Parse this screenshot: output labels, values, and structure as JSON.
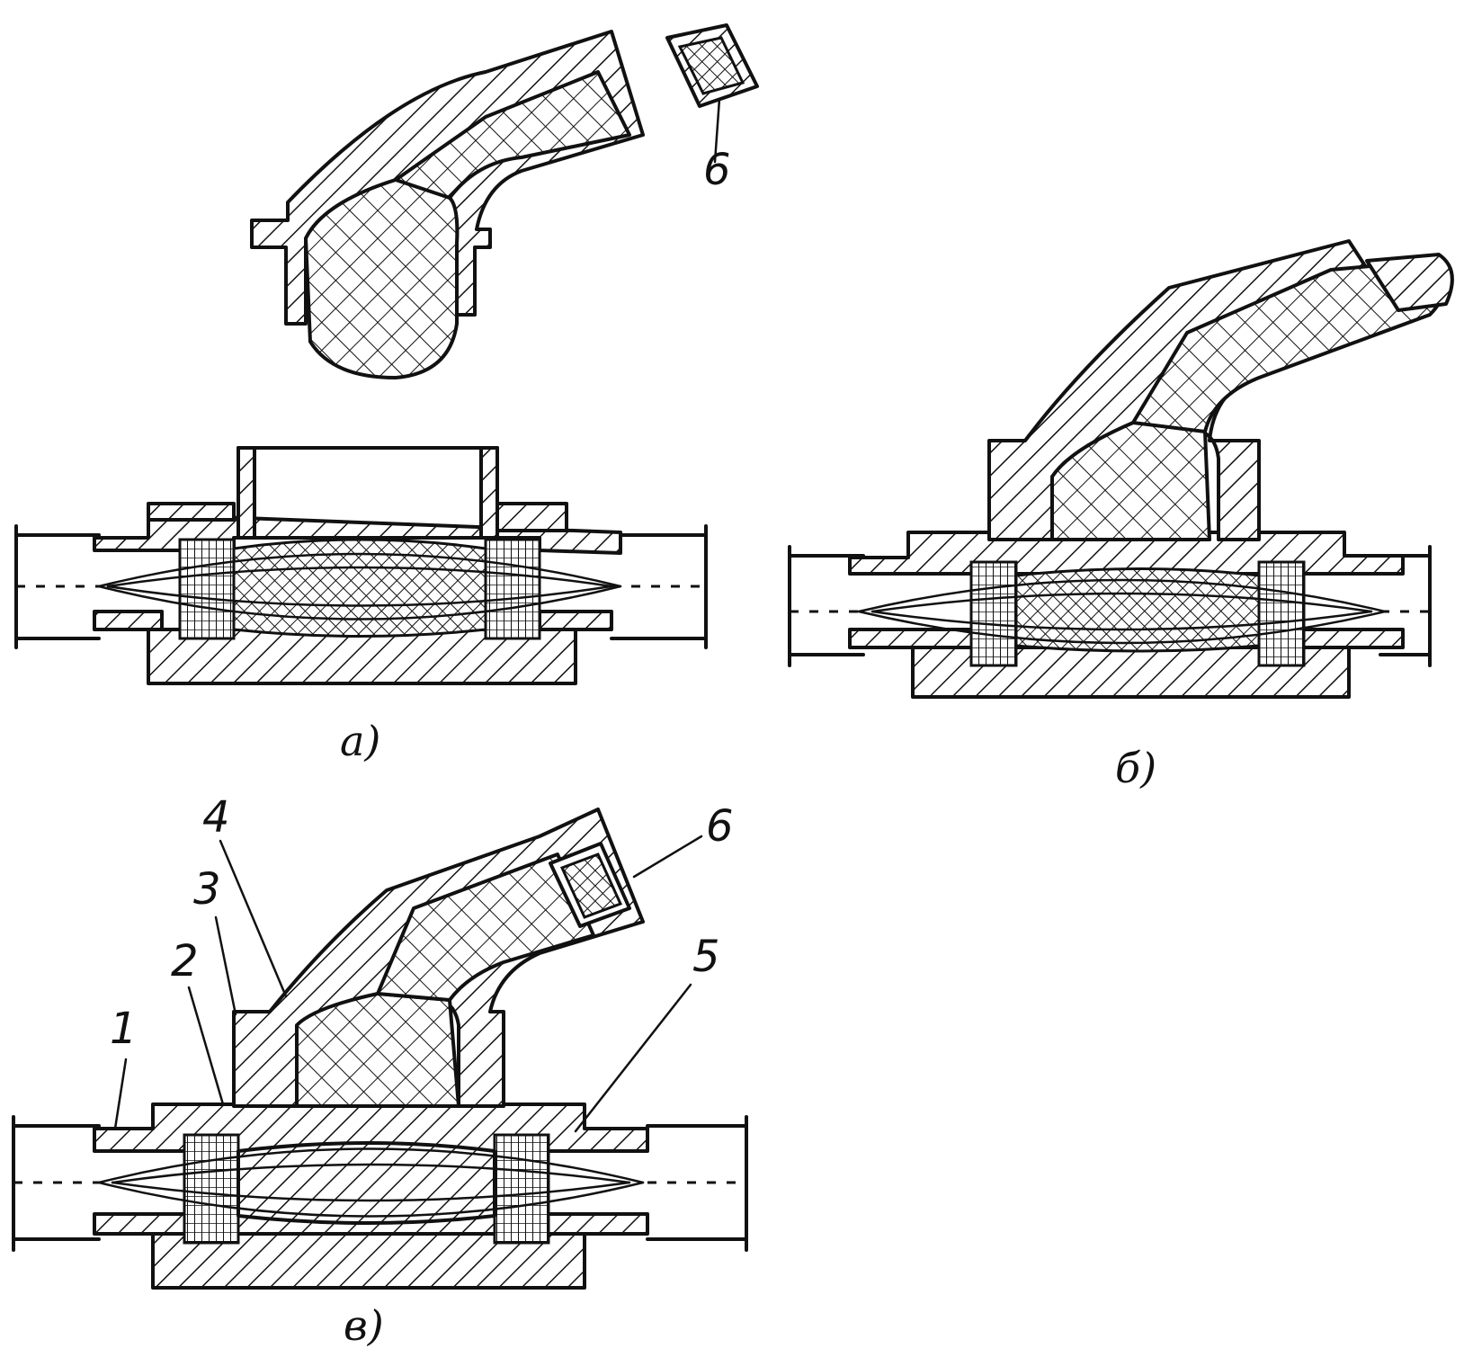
{
  "panels": [
    {
      "id": "a",
      "caption": "а)"
    },
    {
      "id": "b",
      "caption": "б)"
    },
    {
      "id": "v",
      "caption": "в)"
    }
  ],
  "callouts": [
    {
      "id": "1",
      "text": "1"
    },
    {
      "id": "2",
      "text": "2"
    },
    {
      "id": "3",
      "text": "3"
    },
    {
      "id": "4",
      "text": "4"
    },
    {
      "id": "5",
      "text": "5"
    },
    {
      "id": "6",
      "text": "6"
    },
    {
      "id": "6a",
      "text": "6"
    }
  ],
  "colors": {
    "ink": "#111111",
    "paper": "#ffffff"
  }
}
